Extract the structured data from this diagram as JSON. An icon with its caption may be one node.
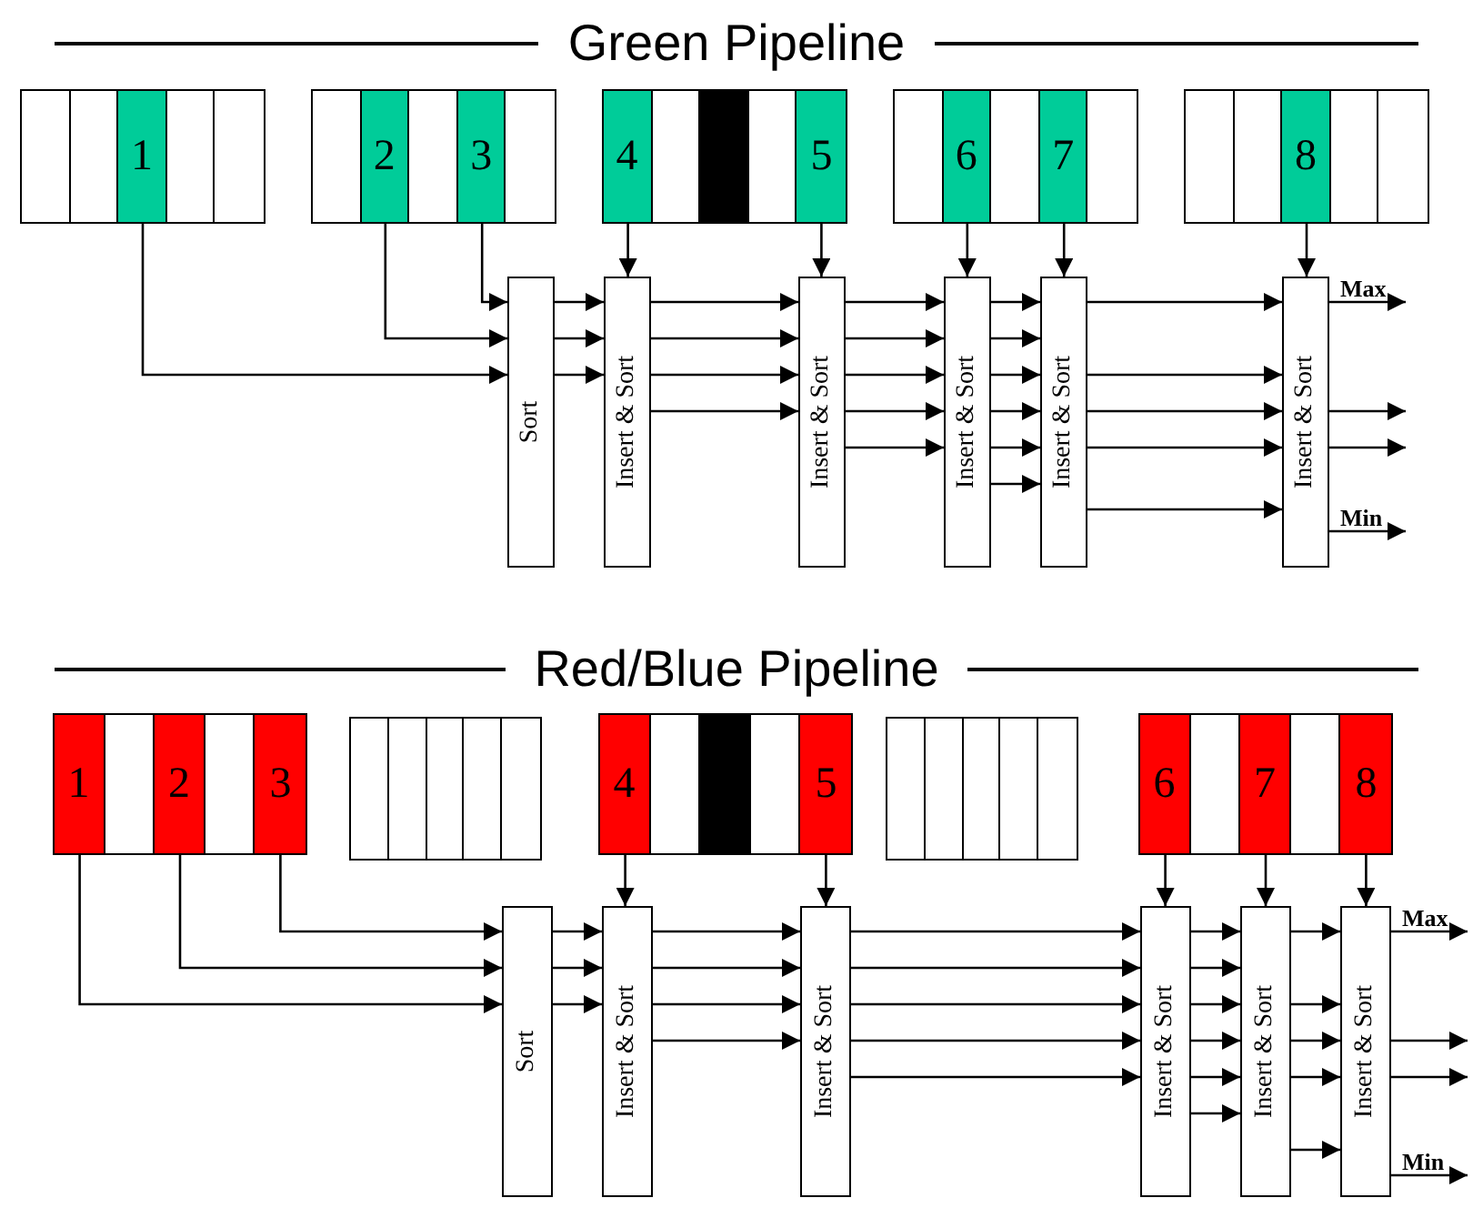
{
  "diagram": {
    "nodes": [
      {
        "text": [],
        "shape": "box"
      },
      {
        "text": [
          "1"
        ],
        "in": 0
      },
      {
        "text": [],
        "shape": "box"
      },
      {
        "text": [
          "2"
        ],
        "in": 2
      },
      {
        "text": [
          "3"
        ],
        "in": 2
      },
      {
        "text": [],
        "shape": "box"
      },
      {
        "text": [
          "4"
        ],
        "in": 5
      },
      {
        "text": [
          "5"
        ],
        "in": 5
      },
      {
        "text": [],
        "shape": "box"
      },
      {
        "text": [
          "6"
        ],
        "in": 8
      },
      {
        "text": [
          "7"
        ],
        "in": 8
      },
      {
        "text": [],
        "shape": "box"
      },
      {
        "text": [
          "8"
        ],
        "in": 11
      },
      {
        "text": [
          "Sort"
        ]
      },
      {
        "text": [
          "Insert & Sort"
        ]
      },
      {
        "text": [
          "Insert & Sort"
        ]
      },
      {
        "text": [
          "Insert & Sort"
        ]
      },
      {
        "text": [
          "Insert & Sort"
        ]
      },
      {
        "text": [
          "Insert & Sort"
        ]
      },
      {
        "text": [],
        "shape": "box"
      },
      {
        "text": [
          "1"
        ],
        "in": 19
      },
      {
        "text": [
          "2"
        ],
        "in": 19
      },
      {
        "text": [
          "3"
        ],
        "in": 19
      },
      {
        "text": [],
        "shape": "box"
      },
      {
        "text": [],
        "shape": "box"
      },
      {
        "text": [
          "4"
        ],
        "in": 24
      },
      {
        "text": [
          "5"
        ],
        "in": 24
      },
      {
        "text": [],
        "shape": "box"
      },
      {
        "text": [],
        "shape": "box"
      },
      {
        "text": [
          "6"
        ],
        "in": 28
      },
      {
        "text": [
          "7"
        ],
        "in": 28
      },
      {
        "text": [
          "8"
        ],
        "in": 28
      },
      {
        "text": [
          "Sort"
        ]
      },
      {
        "text": [
          "Insert & Sort"
        ]
      },
      {
        "text": [
          "Insert & Sort"
        ]
      },
      {
        "text": [
          "Insert & Sort"
        ]
      },
      {
        "text": [
          "Insert & Sort"
        ]
      },
      {
        "text": [
          "Insert & Sort"
        ]
      }
    ],
    "edges": [
      {
        "from": 1,
        "to": 13,
        "arrow": "to"
      },
      {
        "from": 3,
        "to": 13,
        "arrow": "to"
      },
      {
        "from": 4,
        "to": 13,
        "arrow": "to"
      },
      {
        "from": 13,
        "to": 14,
        "arrow": "to"
      },
      {
        "from": 13,
        "to": 14,
        "arrow": "to"
      },
      {
        "from": 13,
        "to": 14,
        "arrow": "to"
      },
      {
        "from": 6,
        "to": 14,
        "arrow": "to"
      },
      {
        "from": 14,
        "to": 15,
        "arrow": "to"
      },
      {
        "from": 14,
        "to": 15,
        "arrow": "to"
      },
      {
        "from": 14,
        "to": 15,
        "arrow": "to"
      },
      {
        "from": 14,
        "to": 15,
        "arrow": "to"
      },
      {
        "from": 7,
        "to": 15,
        "arrow": "to"
      },
      {
        "from": 15,
        "to": 16,
        "arrow": "to"
      },
      {
        "from": 15,
        "to": 16,
        "arrow": "to"
      },
      {
        "from": 15,
        "to": 16,
        "arrow": "to"
      },
      {
        "from": 15,
        "to": 16,
        "arrow": "to"
      },
      {
        "from": 15,
        "to": 16,
        "arrow": "to"
      },
      {
        "from": 9,
        "to": 16,
        "arrow": "to"
      },
      {
        "from": 16,
        "to": 17,
        "arrow": "to"
      },
      {
        "from": 16,
        "to": 17,
        "arrow": "to"
      },
      {
        "from": 16,
        "to": 17,
        "arrow": "to"
      },
      {
        "from": 16,
        "to": 17,
        "arrow": "to"
      },
      {
        "from": 16,
        "to": 17,
        "arrow": "to"
      },
      {
        "from": 16,
        "to": 17,
        "arrow": "to"
      },
      {
        "from": 10,
        "to": 17,
        "arrow": "to"
      },
      {
        "from": 17,
        "to": 18,
        "arrow": "to"
      },
      {
        "from": 17,
        "to": 18,
        "arrow": "to"
      },
      {
        "from": 17,
        "to": 18,
        "arrow": "to"
      },
      {
        "from": 17,
        "to": 18,
        "arrow": "to"
      },
      {
        "from": 17,
        "to": 18,
        "arrow": "to"
      },
      {
        "from": 12,
        "to": 18,
        "arrow": "to"
      },
      {
        "from": 18,
        "to": null,
        "arrow": "to",
        "label": "Max"
      },
      {
        "from": 18,
        "to": null,
        "arrow": "to"
      },
      {
        "from": 18,
        "to": null,
        "arrow": "to"
      },
      {
        "from": 18,
        "to": null,
        "arrow": "to",
        "label": "Min"
      },
      {
        "from": 20,
        "to": 32,
        "arrow": "to"
      },
      {
        "from": 21,
        "to": 32,
        "arrow": "to"
      },
      {
        "from": 22,
        "to": 32,
        "arrow": "to"
      },
      {
        "from": 32,
        "to": 33,
        "arrow": "to"
      },
      {
        "from": 32,
        "to": 33,
        "arrow": "to"
      },
      {
        "from": 32,
        "to": 33,
        "arrow": "to"
      },
      {
        "from": 25,
        "to": 33,
        "arrow": "to"
      },
      {
        "from": 33,
        "to": 34,
        "arrow": "to"
      },
      {
        "from": 33,
        "to": 34,
        "arrow": "to"
      },
      {
        "from": 33,
        "to": 34,
        "arrow": "to"
      },
      {
        "from": 33,
        "to": 34,
        "arrow": "to"
      },
      {
        "from": 26,
        "to": 34,
        "arrow": "to"
      },
      {
        "from": 34,
        "to": 35,
        "arrow": "to"
      },
      {
        "from": 34,
        "to": 35,
        "arrow": "to"
      },
      {
        "from": 34,
        "to": 35,
        "arrow": "to"
      },
      {
        "from": 34,
        "to": 35,
        "arrow": "to"
      },
      {
        "from": 34,
        "to": 35,
        "arrow": "to"
      },
      {
        "from": 29,
        "to": 35,
        "arrow": "to"
      },
      {
        "from": 35,
        "to": 36,
        "arrow": "to"
      },
      {
        "from": 35,
        "to": 36,
        "arrow": "to"
      },
      {
        "from": 35,
        "to": 36,
        "arrow": "to"
      },
      {
        "from": 35,
        "to": 36,
        "arrow": "to"
      },
      {
        "from": 35,
        "to": 36,
        "arrow": "to"
      },
      {
        "from": 35,
        "to": 36,
        "arrow": "to"
      },
      {
        "from": 30,
        "to": 36,
        "arrow": "to"
      },
      {
        "from": 36,
        "to": 37,
        "arrow": "to"
      },
      {
        "from": 36,
        "to": 37,
        "arrow": "to"
      },
      {
        "from": 36,
        "to": 37,
        "arrow": "to"
      },
      {
        "from": 36,
        "to": 37,
        "arrow": "to"
      },
      {
        "from": 36,
        "to": 37,
        "arrow": "to"
      },
      {
        "from": 31,
        "to": 37,
        "arrow": "to"
      },
      {
        "from": 37,
        "to": null,
        "arrow": "to",
        "label": "Max"
      },
      {
        "from": 37,
        "to": null,
        "arrow": "to"
      },
      {
        "from": 37,
        "to": null,
        "arrow": "to"
      },
      {
        "from": 37,
        "to": null,
        "arrow": "to",
        "label": "Min"
      }
    ],
    "labels": [
      "Green Pipeline",
      "Red/Blue Pipeline"
    ]
  }
}
